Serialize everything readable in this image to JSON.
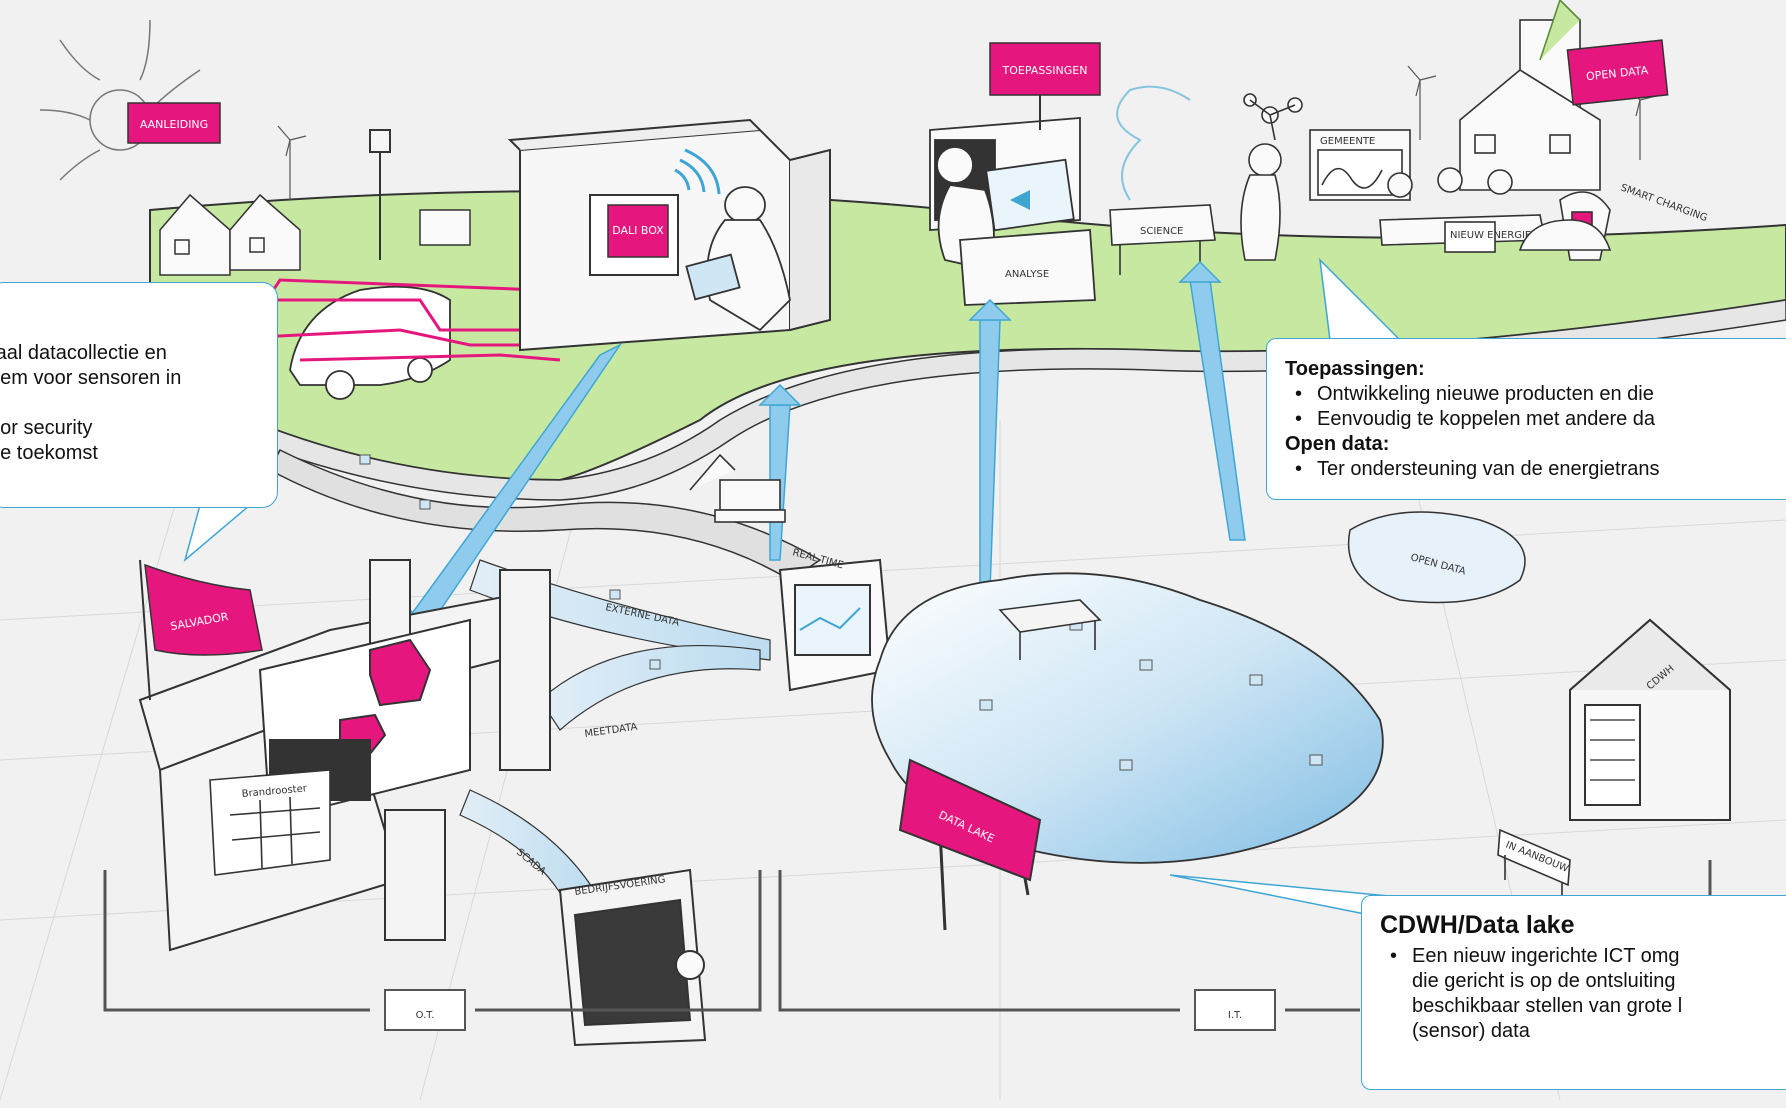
{
  "signs": {
    "aanleiding": "AANLEIDING",
    "toepassingen": "TOEPASSINGEN",
    "open_data": "OPEN DATA",
    "dali_box": "DALI BOX",
    "salvador": "SALVADOR",
    "data_lake": "DATA LAKE",
    "gemeente": "GEMEENTE",
    "science": "SCIENCE",
    "analyse": "ANALYSE",
    "real_time": "REAL-TIME",
    "externe_data": "EXTERNE DATA",
    "meetdata": "MEETDATA",
    "scada": "SCADA",
    "bedrijfsvoering": "BEDRIJFSVOERING",
    "brandrooster": "Brandrooster",
    "open_data_lake": "OPEN DATA",
    "cdwh": "CDWH",
    "in_aanbouw": "IN AANBOUW",
    "smart_charging": "SMART CHARGING",
    "nieuw": "NIEUW ENERGIE LANDSCHAP",
    "ot": "O.T.",
    "it": "I.T."
  },
  "callouts": {
    "left": {
      "lines": [
        "raal datacollectie en",
        "eem voor sensoren in",
        "",
        "oor security",
        "de toekomst"
      ]
    },
    "toepassingen": {
      "heading1": "Toepassingen:",
      "items1": [
        "Ontwikkeling nieuwe producten en die",
        "Eenvoudig te koppelen met andere da"
      ],
      "heading2": "Open data:",
      "items2": [
        "Ter ondersteuning van de energietrans"
      ]
    },
    "cdwh": {
      "heading": "CDWH/Data lake",
      "items": [
        "Een nieuw ingerichte ICT omg"
      ],
      "continuation": [
        "die gericht is op de ontsluiting",
        "beschikbaar stellen van grote l",
        "(sensor) data"
      ]
    }
  },
  "colors": {
    "pink": "#e5177e",
    "blue": "#3fa6d4",
    "green": "#c7e8a1",
    "ink": "#333333"
  }
}
